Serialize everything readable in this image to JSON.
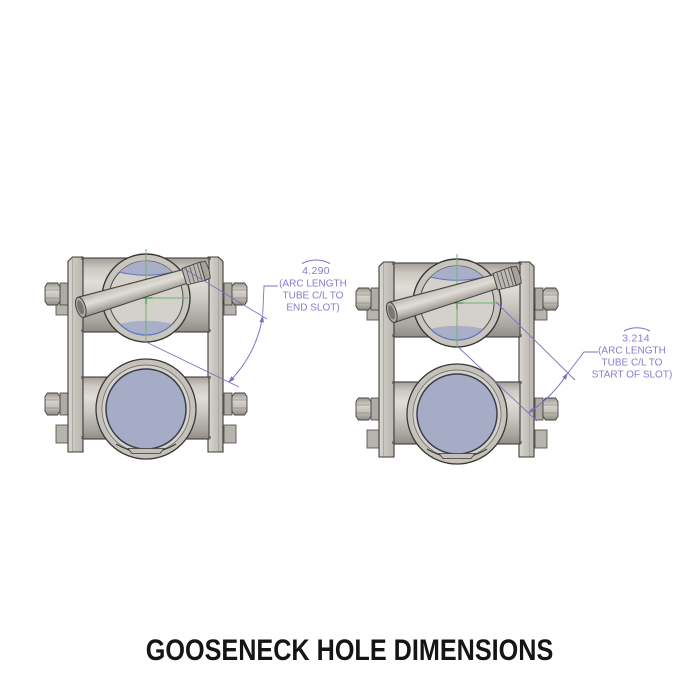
{
  "title": "GOOSENECK HOLE DIMENSIONS",
  "colors": {
    "background": "#ffffff",
    "title_text": "#151515",
    "annotation_line": "#7f6fc0",
    "annotation_text": "#8a7bc8",
    "metal_base": "#c7c4bd",
    "metal_light": "#d6d3cc",
    "metal_shadow": "#94918a",
    "outline": "#3f3d3a",
    "hole_fill": "#a6abc6",
    "hole_edge_blue": "#6277c0",
    "centerline_green": "#6fb46f"
  },
  "dimensions": {
    "left": {
      "value": "4.290",
      "note_line1": "(ARC LENGTH",
      "note_line2": "TUBE C/L TO",
      "note_line3": "END SLOT)"
    },
    "right": {
      "value": "3.214",
      "note_line1": "(ARC LENGTH",
      "note_line2": "TUBE C/L TO",
      "note_line3": "START OF SLOT)"
    }
  }
}
